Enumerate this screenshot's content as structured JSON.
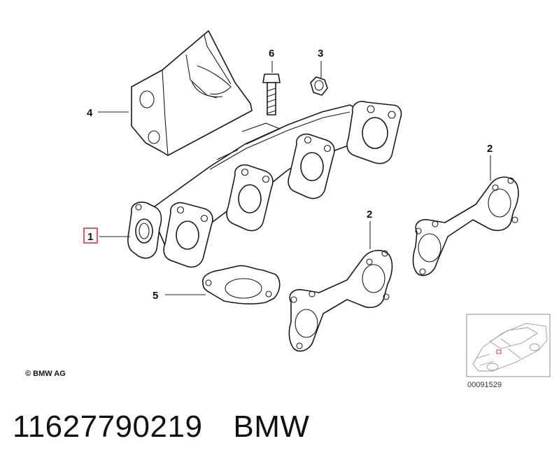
{
  "callouts": {
    "c1": "1",
    "c2a": "2",
    "c2b": "2",
    "c3": "3",
    "c4": "4",
    "c5": "5",
    "c6": "6"
  },
  "copyright": "© BMW AG",
  "thumbnail": {
    "ref_number": "00091529"
  },
  "caption": {
    "part_number": "11627790219",
    "brand": "BMW"
  },
  "colors": {
    "highlight": "#e0343a",
    "line": "#1a1a1a"
  }
}
